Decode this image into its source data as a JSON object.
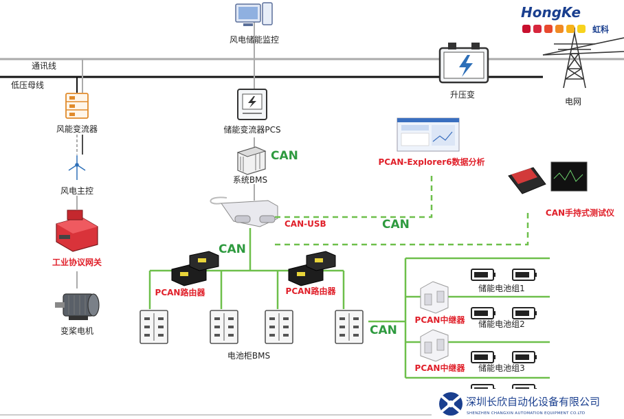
{
  "brand": {
    "name": "HongKe",
    "name_cn": "虹科",
    "dot_colors": [
      "#c8102e",
      "#d7263d",
      "#e8492f",
      "#f08a24",
      "#f6b21a",
      "#f7d31e"
    ]
  },
  "company": {
    "name_cn": "深圳长欣自动化设备有限公司",
    "name_en": "SHENZHEN CHANGXIN AUTOMATION EQUIPMENT CO.LTD"
  },
  "buses": {
    "comm": "通讯线",
    "low_voltage": "低压母线"
  },
  "nodes": {
    "monitor": "风电储能监控",
    "transformer": "升压变",
    "grid": "电网",
    "wind_converter": "风能变流器",
    "wind_master": "风电主控",
    "gateway": "工业协议网关",
    "pitch_motor": "变桨电机",
    "pcs": "储能变流器PCS",
    "bms_system": "系统BMS",
    "explorer": "PCAN-Explorer6数据分析",
    "handheld": "CAN手持式测试仪",
    "can_usb": "CAN-USB",
    "router": "PCAN路由器",
    "repeater": "PCAN中继器",
    "cabinet_bms": "电池柜BMS",
    "battery_groups": [
      "储能电池组1",
      "储能电池组2",
      "储能电池组3"
    ]
  },
  "can_label": "CAN",
  "colors": {
    "can_line": "#6dbf4a",
    "can_text": "#2e9a3f",
    "highlight": "#e0202a",
    "bus_comm": "#aaaaaa",
    "bus_power": "#111111"
  }
}
